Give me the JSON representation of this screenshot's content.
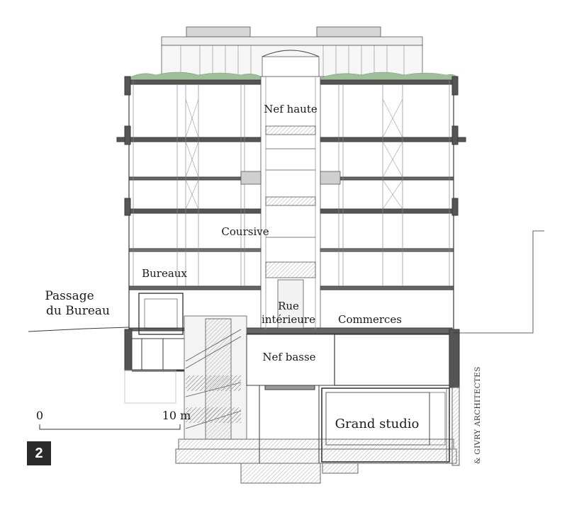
{
  "labels": {
    "nef_haute": "Nef haute",
    "coursive": "Coursive",
    "bureaux": "Bureaux",
    "passage_line1": "Passage",
    "passage_line2": "du Bureau",
    "rue_line1": "Rue",
    "rue_line2": "intérieure",
    "commerces": "Commerces",
    "nef_basse": "Nef basse",
    "grand_studio": "Grand studio"
  },
  "scale_bar": {
    "start_label": "0",
    "end_label": "10 m"
  },
  "figure_number": "2",
  "credit": "& GIVRY ARCHITECTES",
  "colors": {
    "line": "#3a3a3a",
    "wall": "#6a6a6a",
    "hatch": "#c8c8c8",
    "green_roof": "#9ebf9a"
  }
}
